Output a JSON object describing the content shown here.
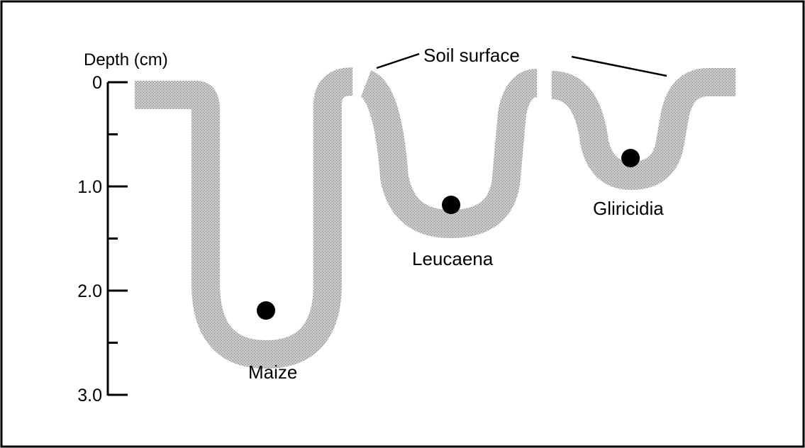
{
  "axis": {
    "title": "Depth (cm)",
    "ticks": [
      {
        "value": 0,
        "label": "0"
      },
      {
        "value": 0.5,
        "label": ""
      },
      {
        "value": 1.0,
        "label": "1.0"
      },
      {
        "value": 1.5,
        "label": ""
      },
      {
        "value": 2.0,
        "label": "2.0"
      },
      {
        "value": 2.5,
        "label": ""
      },
      {
        "value": 3.0,
        "label": "3.0"
      }
    ]
  },
  "annotation": {
    "soil_surface": "Soil surface"
  },
  "profiles": [
    {
      "name": "Maize",
      "seed_depth_cm": 2.2,
      "max_depth_cm": 2.5
    },
    {
      "name": "Leucaena",
      "seed_depth_cm": 1.2,
      "max_depth_cm": 1.5
    },
    {
      "name": "Gliricidia",
      "seed_depth_cm": 0.75,
      "max_depth_cm": 1.0
    }
  ],
  "colors": {
    "frame": "#000000",
    "soil_band": "#b8b8b8",
    "seed": "#000000"
  }
}
